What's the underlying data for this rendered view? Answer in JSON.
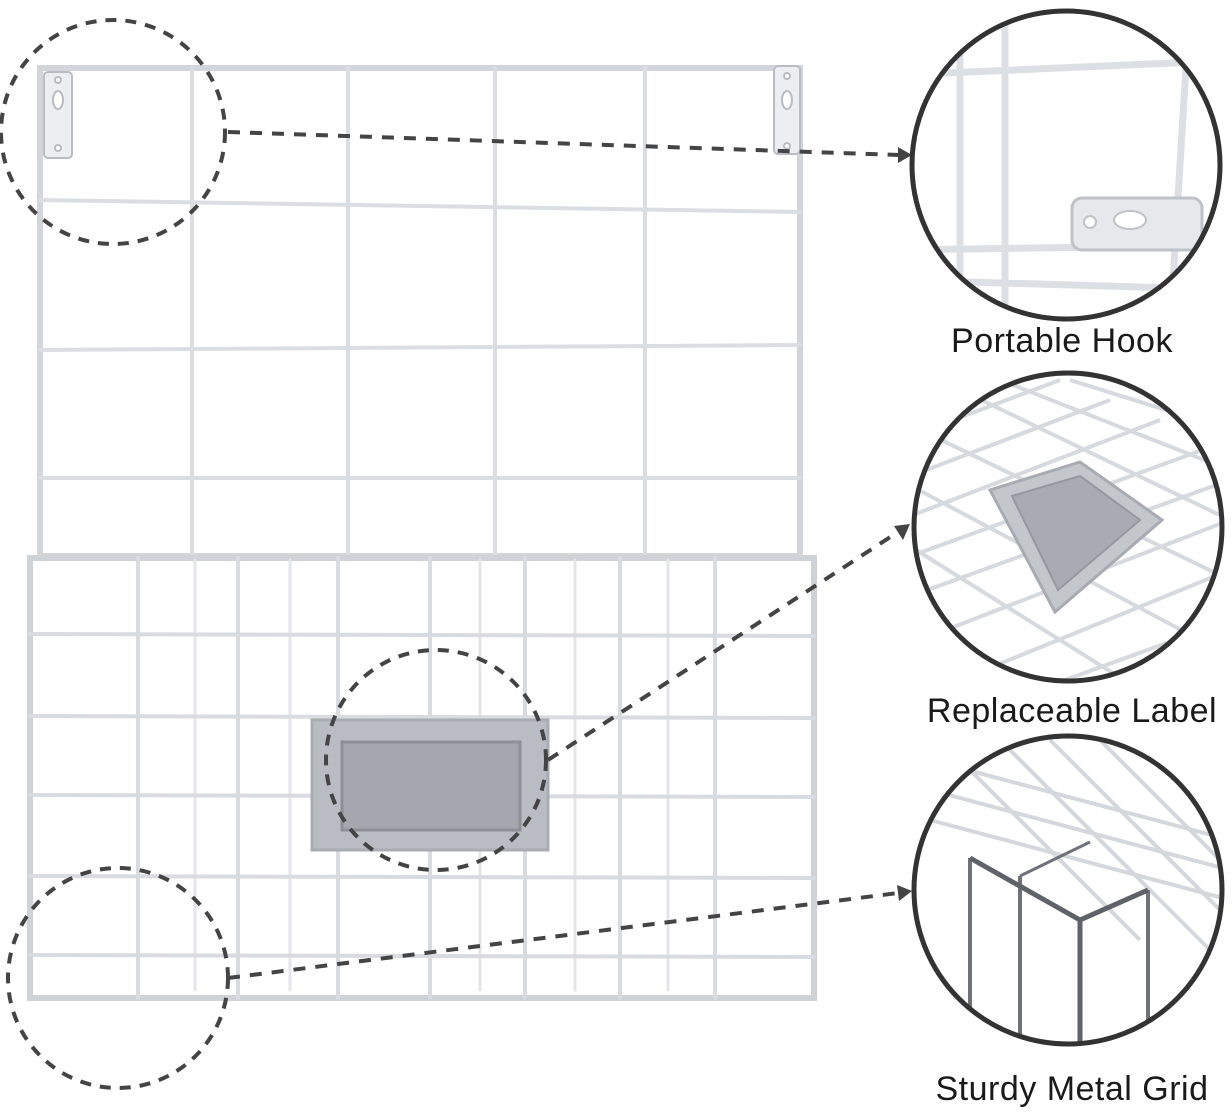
{
  "product": {
    "color_wire": "#e4e6ea",
    "color_wire_shadow": "#b9bcc2",
    "color_label_frame": "#b4b7bc",
    "color_label_face": "#9a9da3",
    "color_callout": "#444444"
  },
  "callouts": [
    {
      "id": "hook",
      "caption": "Portable Hook"
    },
    {
      "id": "label",
      "caption": "Replaceable Label"
    },
    {
      "id": "grid",
      "caption": "Sturdy Metal Grid"
    }
  ]
}
